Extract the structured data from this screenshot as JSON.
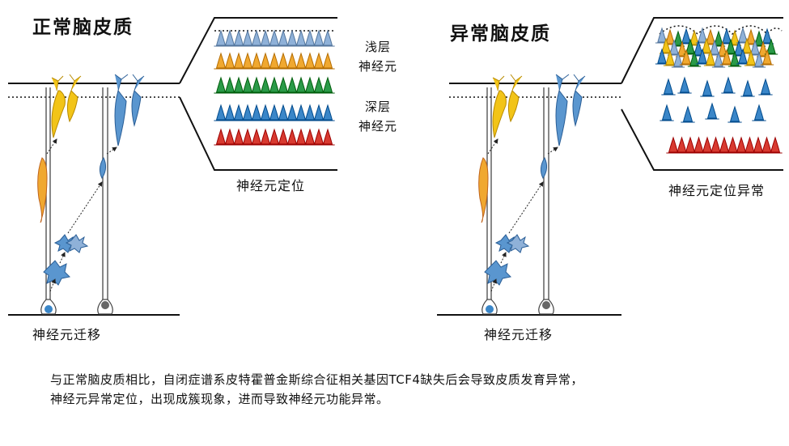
{
  "left": {
    "title": "正常脑皮质",
    "migration_label": "神经元迁移",
    "positioning_label": "神经元定位",
    "superficial_label_1": "浅层",
    "superficial_label_2": "神经元",
    "deep_label_1": "深层",
    "deep_label_2": "神经元"
  },
  "right": {
    "title": "异常脑皮质",
    "migration_label": "神经元迁移",
    "positioning_label": "神经元定位异常"
  },
  "caption": {
    "line1": "与正常脑皮质相比，自闭症谱系皮特霍普金斯综合征相关基因TCF4缺失后会导致皮质发育异常，",
    "line2": "神经元异常定位，出现成簇现象，进而导致神经元功能异常。"
  },
  "colors": {
    "neuron_blue_light": "#8fb1d8",
    "neuron_orange": "#f0a830",
    "neuron_green": "#2a9a48",
    "neuron_blue": "#3a86c8",
    "neuron_red": "#d83a30",
    "neuron_yellow": "#f2c418",
    "radial_glia": "#ffffff",
    "line": "#111111"
  }
}
